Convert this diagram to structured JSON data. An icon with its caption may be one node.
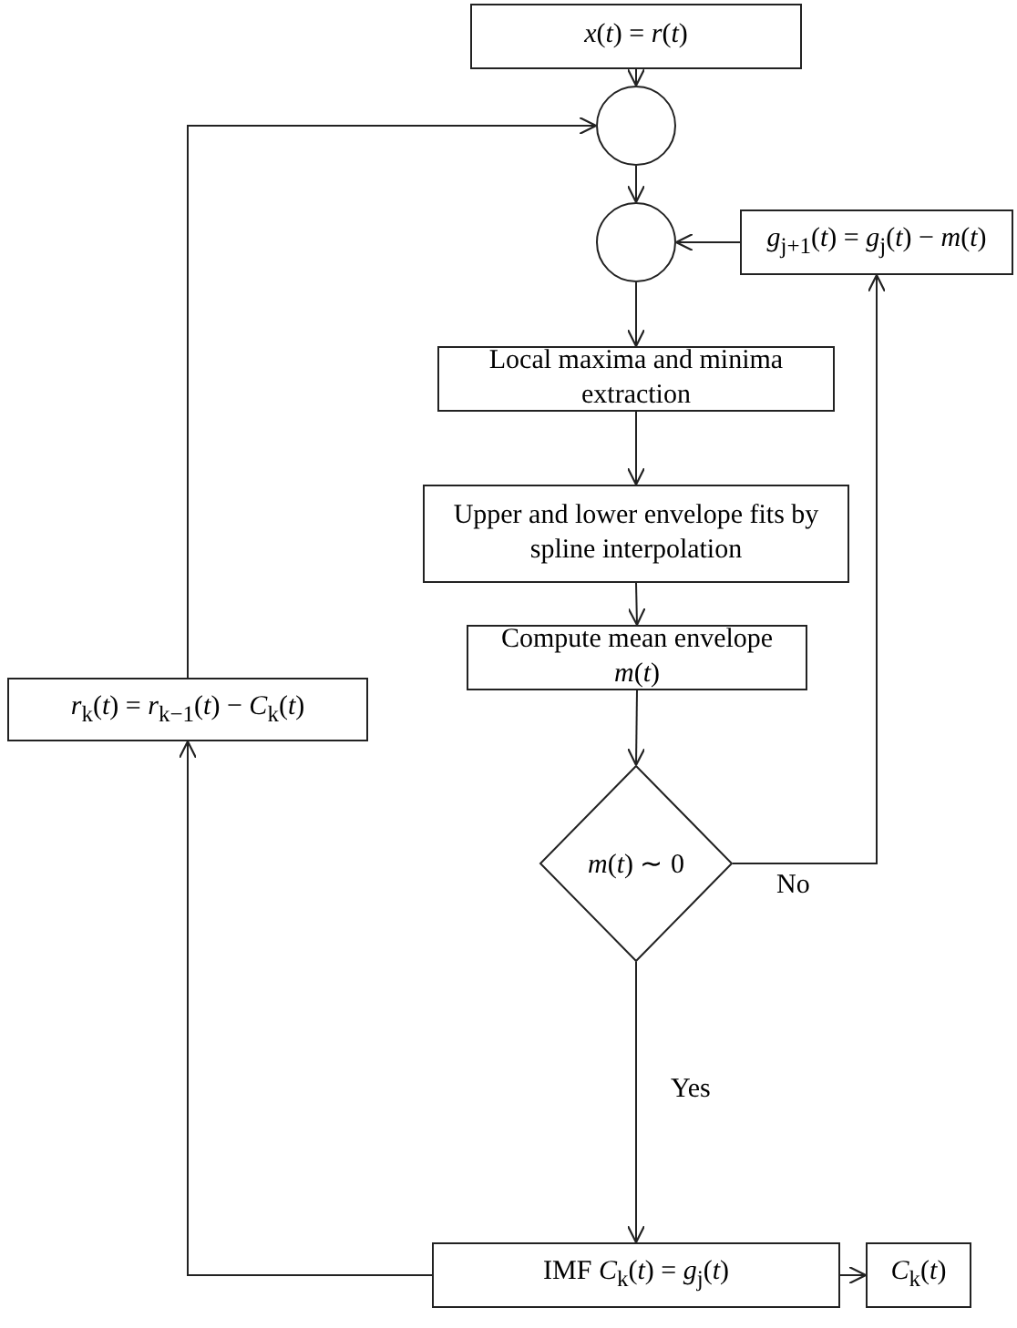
{
  "diagram": {
    "nodes": [
      {
        "text": [
          "*x*(*t*) = *r*(*t*)"
        ]
      },
      {
        "text": [],
        "shape": "circle"
      },
      {
        "text": [],
        "shape": "circle"
      },
      {
        "text": [
          "*g*$_{j+1}$(*t*) = *g*$_{j}$(*t*) − *m*(*t*)"
        ]
      },
      {
        "text": [
          "Local maxima and minima extraction"
        ]
      },
      {
        "text": [
          "Upper and lower envelope fits by spline interpolation"
        ]
      },
      {
        "text": [
          "Compute mean envelope *m*(*t*)"
        ]
      },
      {
        "text": [
          "*r*$_{k}$(*t*) = *r*$_{k−1}$(*t*) − *C*$_{k}$(*t*)"
        ]
      },
      {
        "text": [
          "*m*(*t*) ∼ 0"
        ]
      },
      {
        "text": [
          "IMF *C*$_{k}$(*t*) = *g*$_{j}$(*t*)"
        ]
      },
      {
        "text": [
          "*C*$_{k}$(*t*)"
        ]
      }
    ],
    "edges": [
      {
        "from": 0,
        "to": 1,
        "arrow": "to"
      },
      {
        "from": 1,
        "to": 2,
        "arrow": "to"
      },
      {
        "from": 3,
        "to": 2,
        "arrow": "to"
      },
      {
        "from": 2,
        "to": 4,
        "arrow": "to"
      },
      {
        "from": 4,
        "to": 5,
        "arrow": "to"
      },
      {
        "from": 5,
        "to": 6,
        "arrow": "to"
      },
      {
        "from": 6,
        "to": 8,
        "arrow": "to"
      },
      {
        "from": 8,
        "to": 3,
        "arrow": "to",
        "label": "No"
      },
      {
        "from": 8,
        "to": 9,
        "arrow": "to",
        "label": "Yes"
      },
      {
        "from": 9,
        "to": 10,
        "arrow": "to"
      },
      {
        "from": 9,
        "to": 7,
        "arrow": "to"
      },
      {
        "from": 7,
        "to": 1,
        "arrow": "to"
      }
    ]
  }
}
